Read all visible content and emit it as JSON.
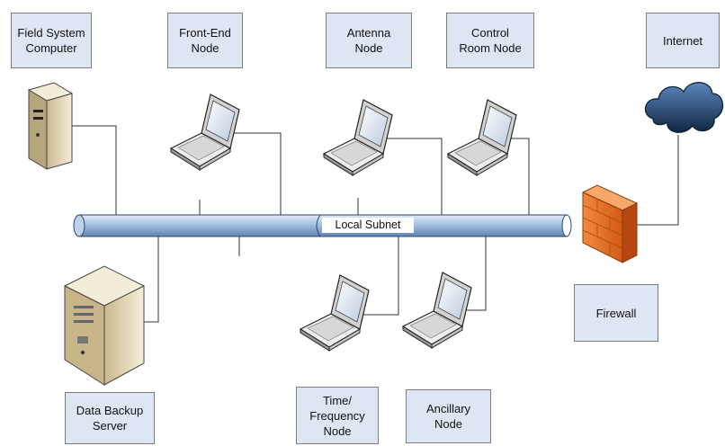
{
  "network": {
    "bus_label": "Local Subnet",
    "nodes": {
      "field_system_computer": "Field System\nComputer",
      "front_end_node": "Front-End\nNode",
      "antenna_node": "Antenna\nNode",
      "control_room_node": "Control\nRoom Node",
      "internet": "Internet",
      "firewall": "Firewall",
      "data_backup_server": "Data Backup\nServer",
      "time_frequency_node": "Time/\nFrequency\nNode",
      "ancillary_node": "Ancillary\nNode"
    }
  },
  "colors": {
    "label_box_fill": "#dfe6f3",
    "bus_blue": "#a9c3e0",
    "firewall_orange": "#e8702a",
    "cloud_blue": "#1f3f66"
  }
}
